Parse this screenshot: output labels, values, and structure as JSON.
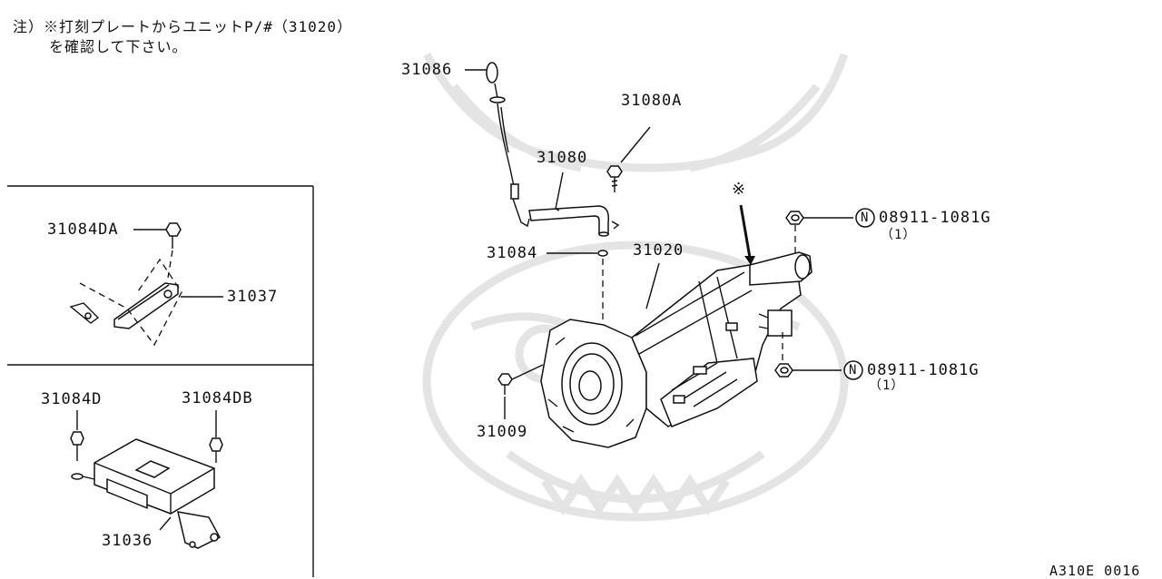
{
  "note": {
    "line1": "注）※打刻プレートからユニットP/#（31020）",
    "line2": "を確認して下さい。"
  },
  "labels": {
    "p31086": "31086",
    "p31080A": "31080A",
    "p31080": "31080",
    "p31084": "31084",
    "p31020": "31020",
    "p31009": "31009",
    "p31084DA": "31084DA",
    "p31037": "31037",
    "p31084D": "31084D",
    "p31084DB": "31084DB",
    "p31036": "31036",
    "mark": "※",
    "nut_upper_symbol": "N",
    "nut_upper_part": "08911-1081G",
    "nut_upper_qty": "（1）",
    "nut_lower_symbol": "N",
    "nut_lower_part": "08911-1081G",
    "nut_lower_qty": "（1）"
  },
  "diagram_code": "A310E 0016"
}
